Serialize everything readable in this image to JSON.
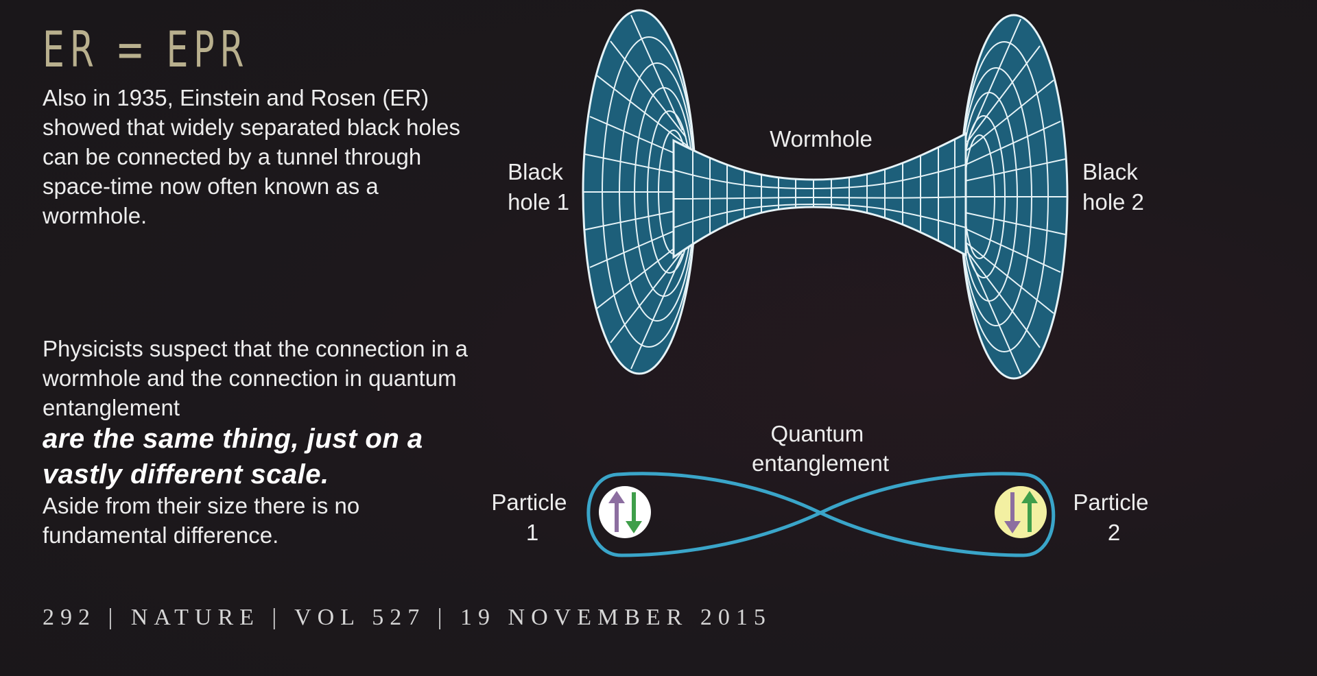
{
  "heading": "ER = EPR",
  "paragraph1": "Also in 1935, Einstein and Rosen (ER) showed that widely separated black holes can be connected by a tunnel through space-time now often known as a wormhole.",
  "paragraph2": {
    "lead": "Physicists suspect that the connection in a wormhole and the connection in quantum entanglement",
    "emphasis": "are the same thing, just on a vastly different scale.",
    "tail": "Aside from their size there is no fundamental difference."
  },
  "diagram": {
    "wormhole_label": "Wormhole",
    "black_hole_1": [
      "Black",
      "hole 1"
    ],
    "black_hole_2": [
      "Black",
      "hole 2"
    ],
    "entanglement_label": [
      "Quantum",
      "entanglement"
    ],
    "particle_1": [
      "Particle",
      "1"
    ],
    "particle_2": [
      "Particle",
      "2"
    ]
  },
  "footer": "292 | NATURE | VOL 527 | 19 NOVEMBER 2015",
  "colors": {
    "heading": "#b9b08e",
    "wormhole_fill": "#1d5f7a",
    "grid": "#e6f3f7",
    "entanglement_loop": "#3aa5c9",
    "particle_1_fill": "#ffffff",
    "particle_2_fill": "#f3f0a2",
    "arrow_purple": "#8c6ea0",
    "arrow_green": "#3f9e4a"
  },
  "icons": [
    "spin-up-arrow",
    "spin-down-arrow"
  ]
}
